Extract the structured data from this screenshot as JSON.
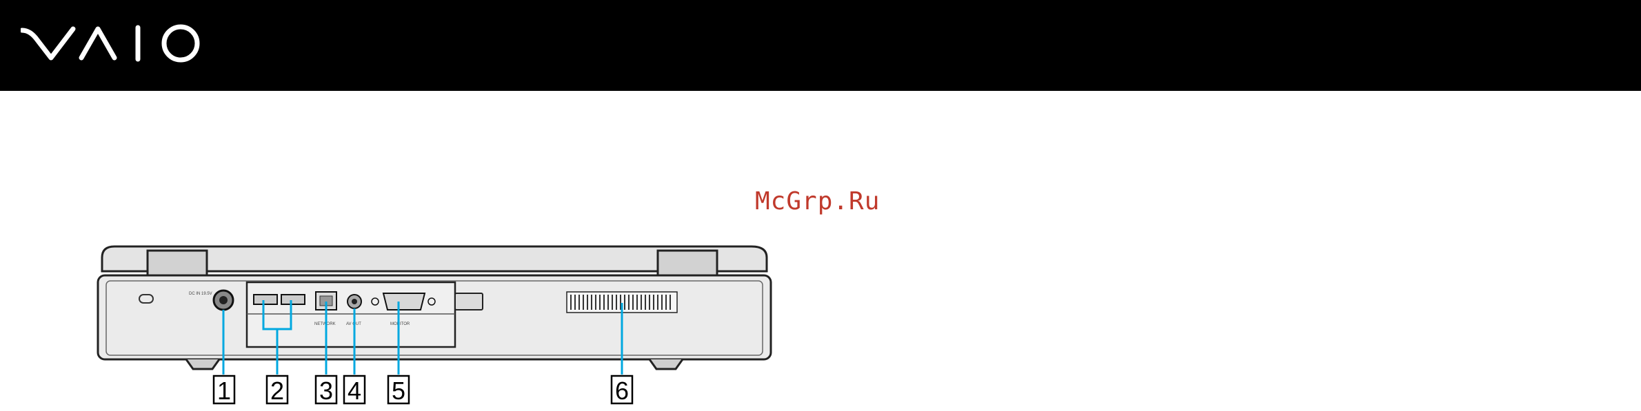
{
  "header": {
    "logo_text": "VAIO",
    "background_color": "#000000"
  },
  "watermark": {
    "text": "McGrp.Ru",
    "color": "#c0392b"
  },
  "illustration": {
    "callout_color": "#00a8e0",
    "port_labels": {
      "dc_in": "DC IN 19.5V",
      "network": "NETWORK",
      "av_out": "AV OUT",
      "monitor": "MONITOR"
    },
    "callouts": [
      "1",
      "2",
      "3",
      "4",
      "5",
      "6"
    ]
  }
}
